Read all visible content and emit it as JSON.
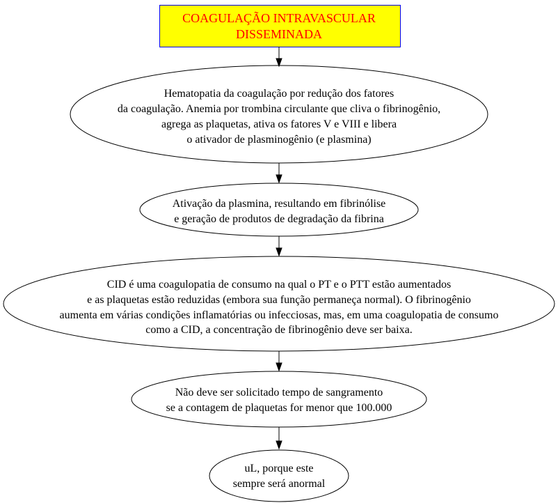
{
  "colors": {
    "title_fill": "#ffff00",
    "title_text": "#ff0000",
    "title_border": "#0000ff"
  },
  "title": {
    "lines": [
      "COAGULAÇÃO INTRAVASCULAR",
      "DISSEMINADA"
    ]
  },
  "nodes": [
    {
      "lines": [
        "Hematopatia da coagulação por redução dos fatores",
        "da coagulação. Anemia por trombina circulante que cliva o fibrinogênio,",
        "agrega as plaquetas, ativa os fatores V e VIII e libera",
        "o ativador de plasminogênio (e plasmina)"
      ]
    },
    {
      "lines": [
        "Ativação da plasmina, resultando em fibrinólise",
        "e geração de produtos de degradação da fibrina"
      ]
    },
    {
      "lines": [
        "CID é uma coagulopatia de consumo na qual o PT e o PTT estão aumentados",
        "e as plaquetas estão reduzidas (embora sua função permaneça normal). O fibrinogênio",
        "aumenta em várias condições inflamatórias ou infecciosas, mas, em uma coagulopatia de consumo",
        "como a CID, a concentração de fibrinogênio deve ser baixa."
      ]
    },
    {
      "lines": [
        "Não deve ser solicitado tempo de sangramento",
        "se a contagem de plaquetas for menor que 100.000"
      ]
    },
    {
      "lines": [
        "uL, porque este",
        "sempre será anormal"
      ]
    }
  ]
}
